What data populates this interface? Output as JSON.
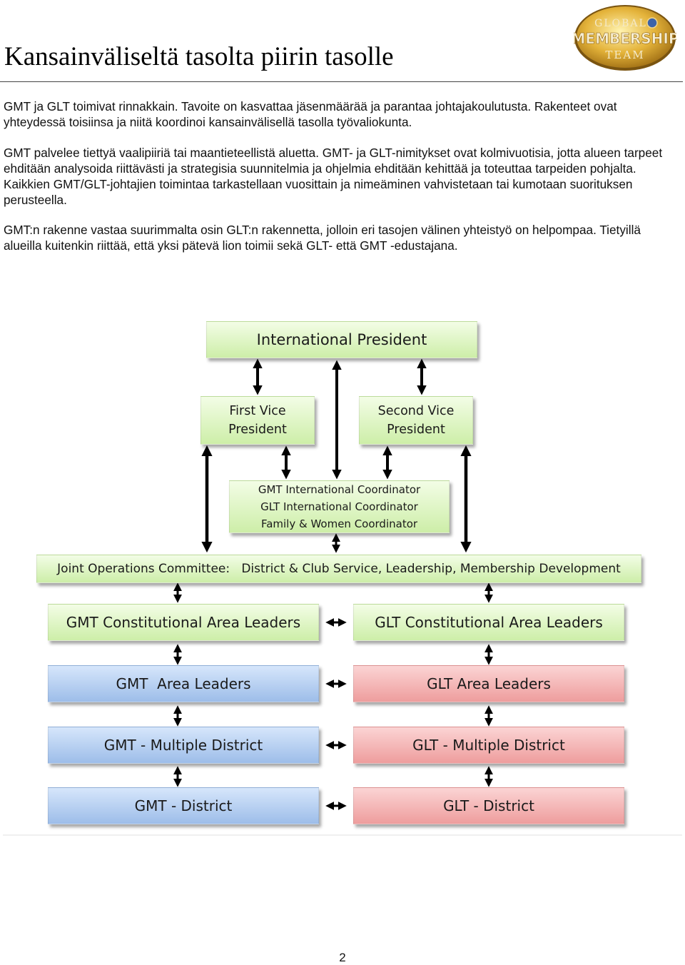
{
  "header": {
    "title": "Kansainväliseltä tasolta piirin tasolle",
    "logo": {
      "top": "GLOBAL",
      "middle": "MEMBERSHIP",
      "bottom": "TEAM",
      "accent": "#d9a928"
    }
  },
  "body": {
    "paragraphs": [
      "GMT ja GLT toimivat rinnakkain. Tavoite on kasvattaa jäsenmäärää ja parantaa johtajakoulutusta. Rakenteet ovat yhteydessä toisiinsa ja niitä koordinoi kansainvälisellä tasolla työvaliokunta.",
      "GMT palvelee tiettyä vaalipiiriä tai maantieteellistä aluetta. GMT- ja GLT-nimitykset ovat kolmivuotisia, jotta alueen tarpeet ehditään analysoida riittävästi ja strategisia suunnitelmia ja ohjelmia ehditään kehittää ja toteuttaa tarpeiden pohjalta. Kaikkien GMT/GLT-johtajien toimintaa tarkastellaan vuosittain ja nimeäminen vahvistetaan tai kumotaan suorituksen perusteella.",
      "GMT:n rakenne vastaa suurimmalta osin GLT:n rakennetta, jolloin eri tasojen välinen yhteistyö on helpompaa. Tietyillä alueilla kuitenkin riittää, että yksi pätevä lion toimii sekä GLT- että GMT -edustajana."
    ]
  },
  "diagram": {
    "colors": {
      "green": "#dff5c4",
      "blue": "#b5cff0",
      "pink": "#f3b6b6",
      "arrow": "#000000"
    },
    "international_president": "International President",
    "first_vice": {
      "line1": "First Vice",
      "line2": "President"
    },
    "second_vice": {
      "line1": "Second Vice",
      "line2": "President"
    },
    "coordinators": {
      "line1": "GMT International Coordinator",
      "line2": "GLT International Coordinator",
      "line3": "Family & Women Coordinator"
    },
    "joint_operations": "Joint Operations Committee:   District & Club Service, Leadership, Membership Development",
    "gmt_column": [
      "GMT Constitutional Area Leaders",
      "GMT  Area Leaders",
      "GMT - Multiple District",
      "GMT - District"
    ],
    "glt_column": [
      "GLT Constitutional Area Leaders",
      "GLT Area Leaders",
      "GLT - Multiple District",
      "GLT - District"
    ]
  },
  "footer": {
    "page_number": "2"
  }
}
